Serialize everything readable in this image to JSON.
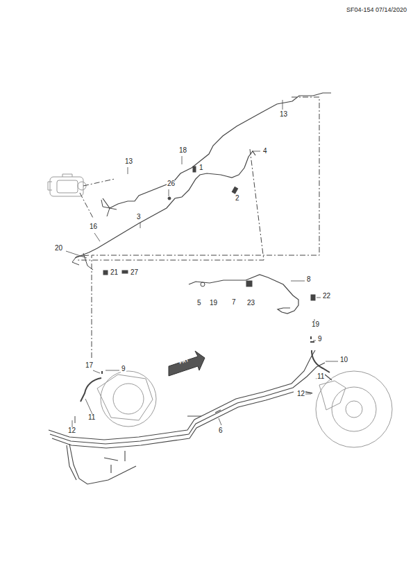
{
  "diagram": {
    "labels": [
      "SF04-154 07/14/2020",
      "13",
      "4",
      "13",
      "18",
      "1",
      "26",
      "2",
      "3",
      "16",
      "20",
      "21",
      "27",
      "8",
      "5",
      "19",
      "7",
      "23",
      "22",
      "19",
      "9",
      "10",
      "17",
      "9",
      "11",
      "12",
      "11",
      "12",
      "6",
      "FRT"
    ]
  }
}
